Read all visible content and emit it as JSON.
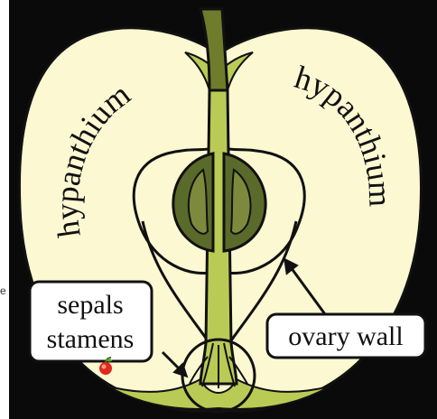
{
  "labels": {
    "hypanthium_left": "hypanthium",
    "hypanthium_right": "hypanthium",
    "sepals": "sepals",
    "stamens": "stamens",
    "ovary_wall": "ovary wall"
  },
  "icons": [
    "apple-icon"
  ],
  "colors": {
    "background": "#0a0a0a",
    "flesh": "#fbf8d2",
    "core_green": "#b9cb55",
    "seed": "#5a6a2a",
    "seed_light": "#7d8a3d",
    "outline": "#111111"
  }
}
